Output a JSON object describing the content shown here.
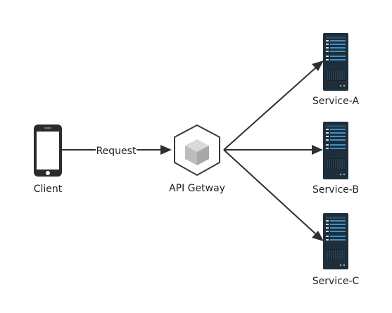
{
  "diagram": {
    "nodes": {
      "client": {
        "label": "Client",
        "icon": "smartphone-icon"
      },
      "gateway": {
        "label": "API Getway",
        "icon": "cube-hexagon-icon"
      },
      "service_a": {
        "label": "Service-A",
        "icon": "server-icon"
      },
      "service_b": {
        "label": "Service-B",
        "icon": "server-icon"
      },
      "service_c": {
        "label": "Service-C",
        "icon": "server-icon"
      }
    },
    "edges": [
      {
        "from": "Client",
        "to": "API Getway",
        "label": "Request"
      },
      {
        "from": "API Getway",
        "to": "Service-A",
        "label": ""
      },
      {
        "from": "API Getway",
        "to": "Service-B",
        "label": ""
      },
      {
        "from": "API Getway",
        "to": "Service-C",
        "label": ""
      }
    ],
    "colors": {
      "server_body": "#1e2f3b",
      "server_accent": "#3f8fc6",
      "gateway_cube": "#c9c9c9",
      "phone_body": "#2b2b2b",
      "line": "#2f2f2f"
    }
  }
}
